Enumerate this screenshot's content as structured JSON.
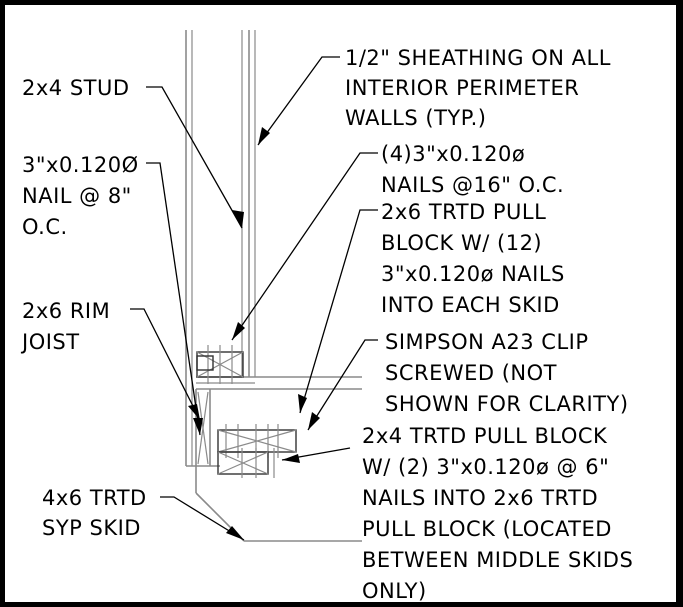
{
  "labels": {
    "stud": [
      "2x4 STUD"
    ],
    "sheathing": [
      "1/2\" SHEATHING ON ALL",
      "INTERIOR PERIMETER",
      "WALLS (TYP.)"
    ],
    "nail_8": [
      "3\"x0.120Ø",
      "NAIL @ 8\"",
      "O.C."
    ],
    "nails_16": [
      "(4)3\"x0.120ø",
      "NAILS @16\" O.C."
    ],
    "pull_block_2x6": [
      "2x6 TRTD PULL",
      "BLOCK W/ (12)",
      "3\"x0.120ø NAILS",
      "INTO EACH SKID"
    ],
    "rim_joist": [
      "2x6 RIM",
      "JOIST"
    ],
    "clip": [
      "SIMPSON A23 CLIP",
      "SCREWED (NOT",
      "SHOWN FOR CLARITY)"
    ],
    "pull_block_2x4": [
      "2x4 TRTD PULL BLOCK",
      "W/ (2) 3\"x0.120ø @ 6\"",
      "NAILS INTO 2x6 TRTD",
      "PULL BLOCK (LOCATED",
      "BETWEEN MIDDLE SKIDS",
      "ONLY)"
    ],
    "skid": [
      "4x6 TRTD",
      "SYP SKID"
    ]
  }
}
